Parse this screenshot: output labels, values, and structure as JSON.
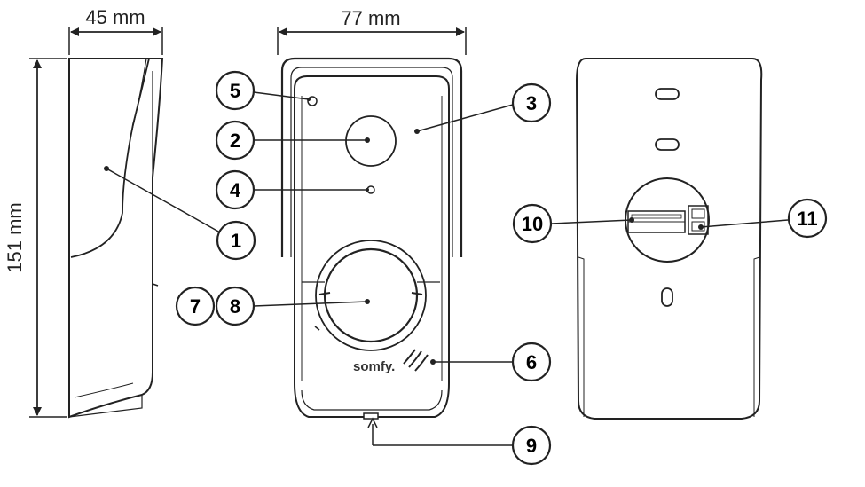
{
  "dimensions": {
    "depth": "45 mm",
    "width": "77 mm",
    "height": "151 mm"
  },
  "brand": "somfy.",
  "callouts": {
    "c1": "1",
    "c2": "2",
    "c3": "3",
    "c4": "4",
    "c5": "5",
    "c6": "6",
    "c7": "7",
    "c8": "8",
    "c9": "9",
    "c10": "10",
    "c11": "11"
  },
  "colors": {
    "line": "#222222",
    "body_fill": "#ffffff",
    "callout_fill": "#ffffff"
  }
}
